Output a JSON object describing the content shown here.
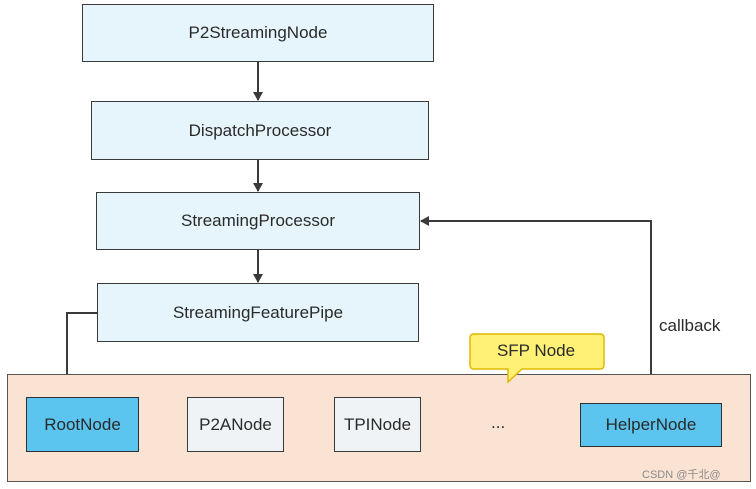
{
  "nodes": {
    "p2streaming": "P2StreamingNode",
    "dispatch": "DispatchProcessor",
    "streaming": "StreamingProcessor",
    "featurepipe": "StreamingFeaturePipe",
    "root": "RootNode",
    "p2a": "P2ANode",
    "tpi": "TPINode",
    "ellipsis": "...",
    "helper": "HelperNode"
  },
  "labels": {
    "callback": "callback",
    "sfp_node": "SFP Node"
  },
  "watermark": "CSDN @千北@",
  "colors": {
    "upper_box_fill": "#e6f5fb",
    "pipeline_box_fill": "#5bc5ef",
    "panel_fill": "#fbe3d4",
    "callout_fill": "#fff176",
    "callout_border": "#e0b800"
  }
}
